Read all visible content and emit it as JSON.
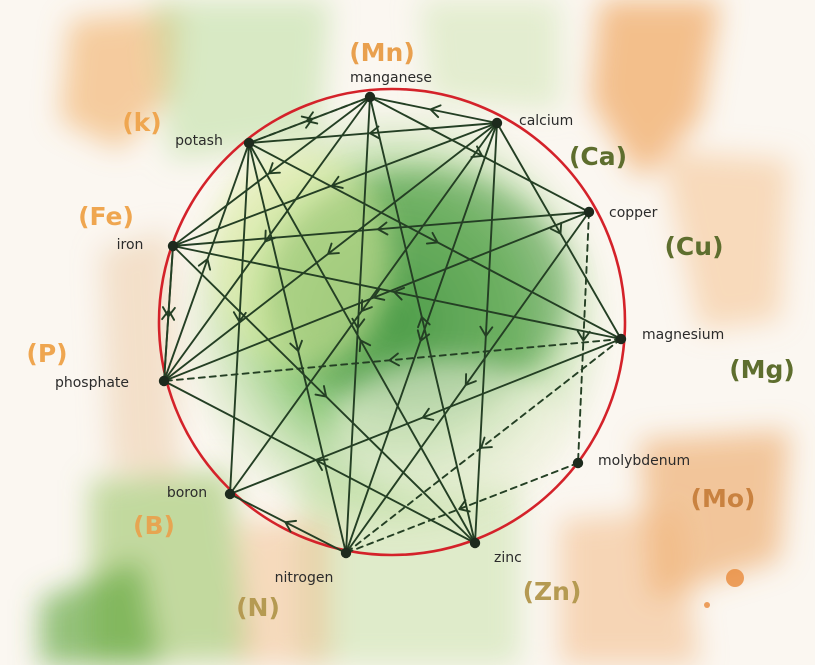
{
  "diagram": {
    "nodes": [
      {
        "id": "manganese",
        "label": "manganese",
        "symbol": "(Mn)",
        "symbol_color": "#e9a04e"
      },
      {
        "id": "calcium",
        "label": "calcium",
        "symbol": "(Ca)",
        "symbol_color": "#5e6e2e"
      },
      {
        "id": "copper",
        "label": "copper",
        "symbol": "(Cu)",
        "symbol_color": "#5e6e2e"
      },
      {
        "id": "magnesium",
        "label": "magnesium",
        "symbol": "(Mg)",
        "symbol_color": "#5e6e2e"
      },
      {
        "id": "molybdenum",
        "label": "molybdenum",
        "symbol": "(Mo)",
        "symbol_color": "#c98240"
      },
      {
        "id": "zinc",
        "label": "zinc",
        "symbol": "(Zn)",
        "symbol_color": "#b59a52"
      },
      {
        "id": "nitrogen",
        "label": "nitrogen",
        "symbol": "(N)",
        "symbol_color": "#b59a52"
      },
      {
        "id": "boron",
        "label": "boron",
        "symbol": "(B)",
        "symbol_color": "#e6a552"
      },
      {
        "id": "phosphate",
        "label": "phosphate",
        "symbol": "(P)",
        "symbol_color": "#efa650"
      },
      {
        "id": "iron",
        "label": "iron",
        "symbol": "(Fe)",
        "symbol_color": "#efa650"
      },
      {
        "id": "potash",
        "label": "potash",
        "symbol": "(k)",
        "symbol_color": "#efa650"
      }
    ],
    "edges": [
      {
        "from": "potash",
        "to": "manganese",
        "style": "dashed"
      },
      {
        "from": "manganese",
        "to": "potash",
        "style": "solid"
      },
      {
        "from": "calcium",
        "to": "manganese",
        "style": "solid"
      },
      {
        "from": "manganese",
        "to": "iron",
        "style": "solid"
      },
      {
        "from": "manganese",
        "to": "phosphate",
        "style": "solid"
      },
      {
        "from": "manganese",
        "to": "nitrogen",
        "style": "solid"
      },
      {
        "from": "calcium",
        "to": "potash",
        "style": "solid"
      },
      {
        "from": "calcium",
        "to": "iron",
        "style": "solid"
      },
      {
        "from": "calcium",
        "to": "phosphate",
        "style": "solid"
      },
      {
        "from": "calcium",
        "to": "boron",
        "style": "solid"
      },
      {
        "from": "calcium",
        "to": "nitrogen",
        "style": "solid"
      },
      {
        "from": "calcium",
        "to": "zinc",
        "style": "solid"
      },
      {
        "from": "calcium",
        "to": "magnesium",
        "style": "solid"
      },
      {
        "from": "manganese",
        "to": "copper",
        "style": "solid"
      },
      {
        "from": "copper",
        "to": "iron",
        "style": "solid"
      },
      {
        "from": "copper",
        "to": "phosphate",
        "style": "solid"
      },
      {
        "from": "copper",
        "to": "nitrogen",
        "style": "solid"
      },
      {
        "from": "copper",
        "to": "molybdenum",
        "style": "dashed"
      },
      {
        "from": "potash",
        "to": "magnesium",
        "style": "solid"
      },
      {
        "from": "magnesium",
        "to": "iron",
        "style": "solid"
      },
      {
        "from": "magnesium",
        "to": "phosphate",
        "style": "dashed"
      },
      {
        "from": "magnesium",
        "to": "boron",
        "style": "solid"
      },
      {
        "from": "magnesium",
        "to": "nitrogen",
        "style": "dashed"
      },
      {
        "from": "molybdenum",
        "to": "nitrogen",
        "style": "dashed"
      },
      {
        "from": "zinc",
        "to": "potash",
        "style": "solid"
      },
      {
        "from": "zinc",
        "to": "phosphate",
        "style": "solid"
      },
      {
        "from": "zinc",
        "to": "manganese",
        "style": "solid"
      },
      {
        "from": "nitrogen",
        "to": "boron",
        "style": "solid"
      },
      {
        "from": "potash",
        "to": "nitrogen",
        "style": "solid"
      },
      {
        "from": "phosphate",
        "to": "potash",
        "style": "solid"
      },
      {
        "from": "iron",
        "to": "phosphate",
        "style": "solid"
      },
      {
        "from": "phosphate",
        "to": "iron",
        "style": "solid"
      },
      {
        "from": "potash",
        "to": "boron",
        "style": "solid"
      },
      {
        "from": "iron",
        "to": "zinc",
        "style": "solid"
      }
    ],
    "colors": {
      "circle": "#d4222a",
      "edge": "#243f24",
      "node": "#1d2a1d"
    }
  }
}
